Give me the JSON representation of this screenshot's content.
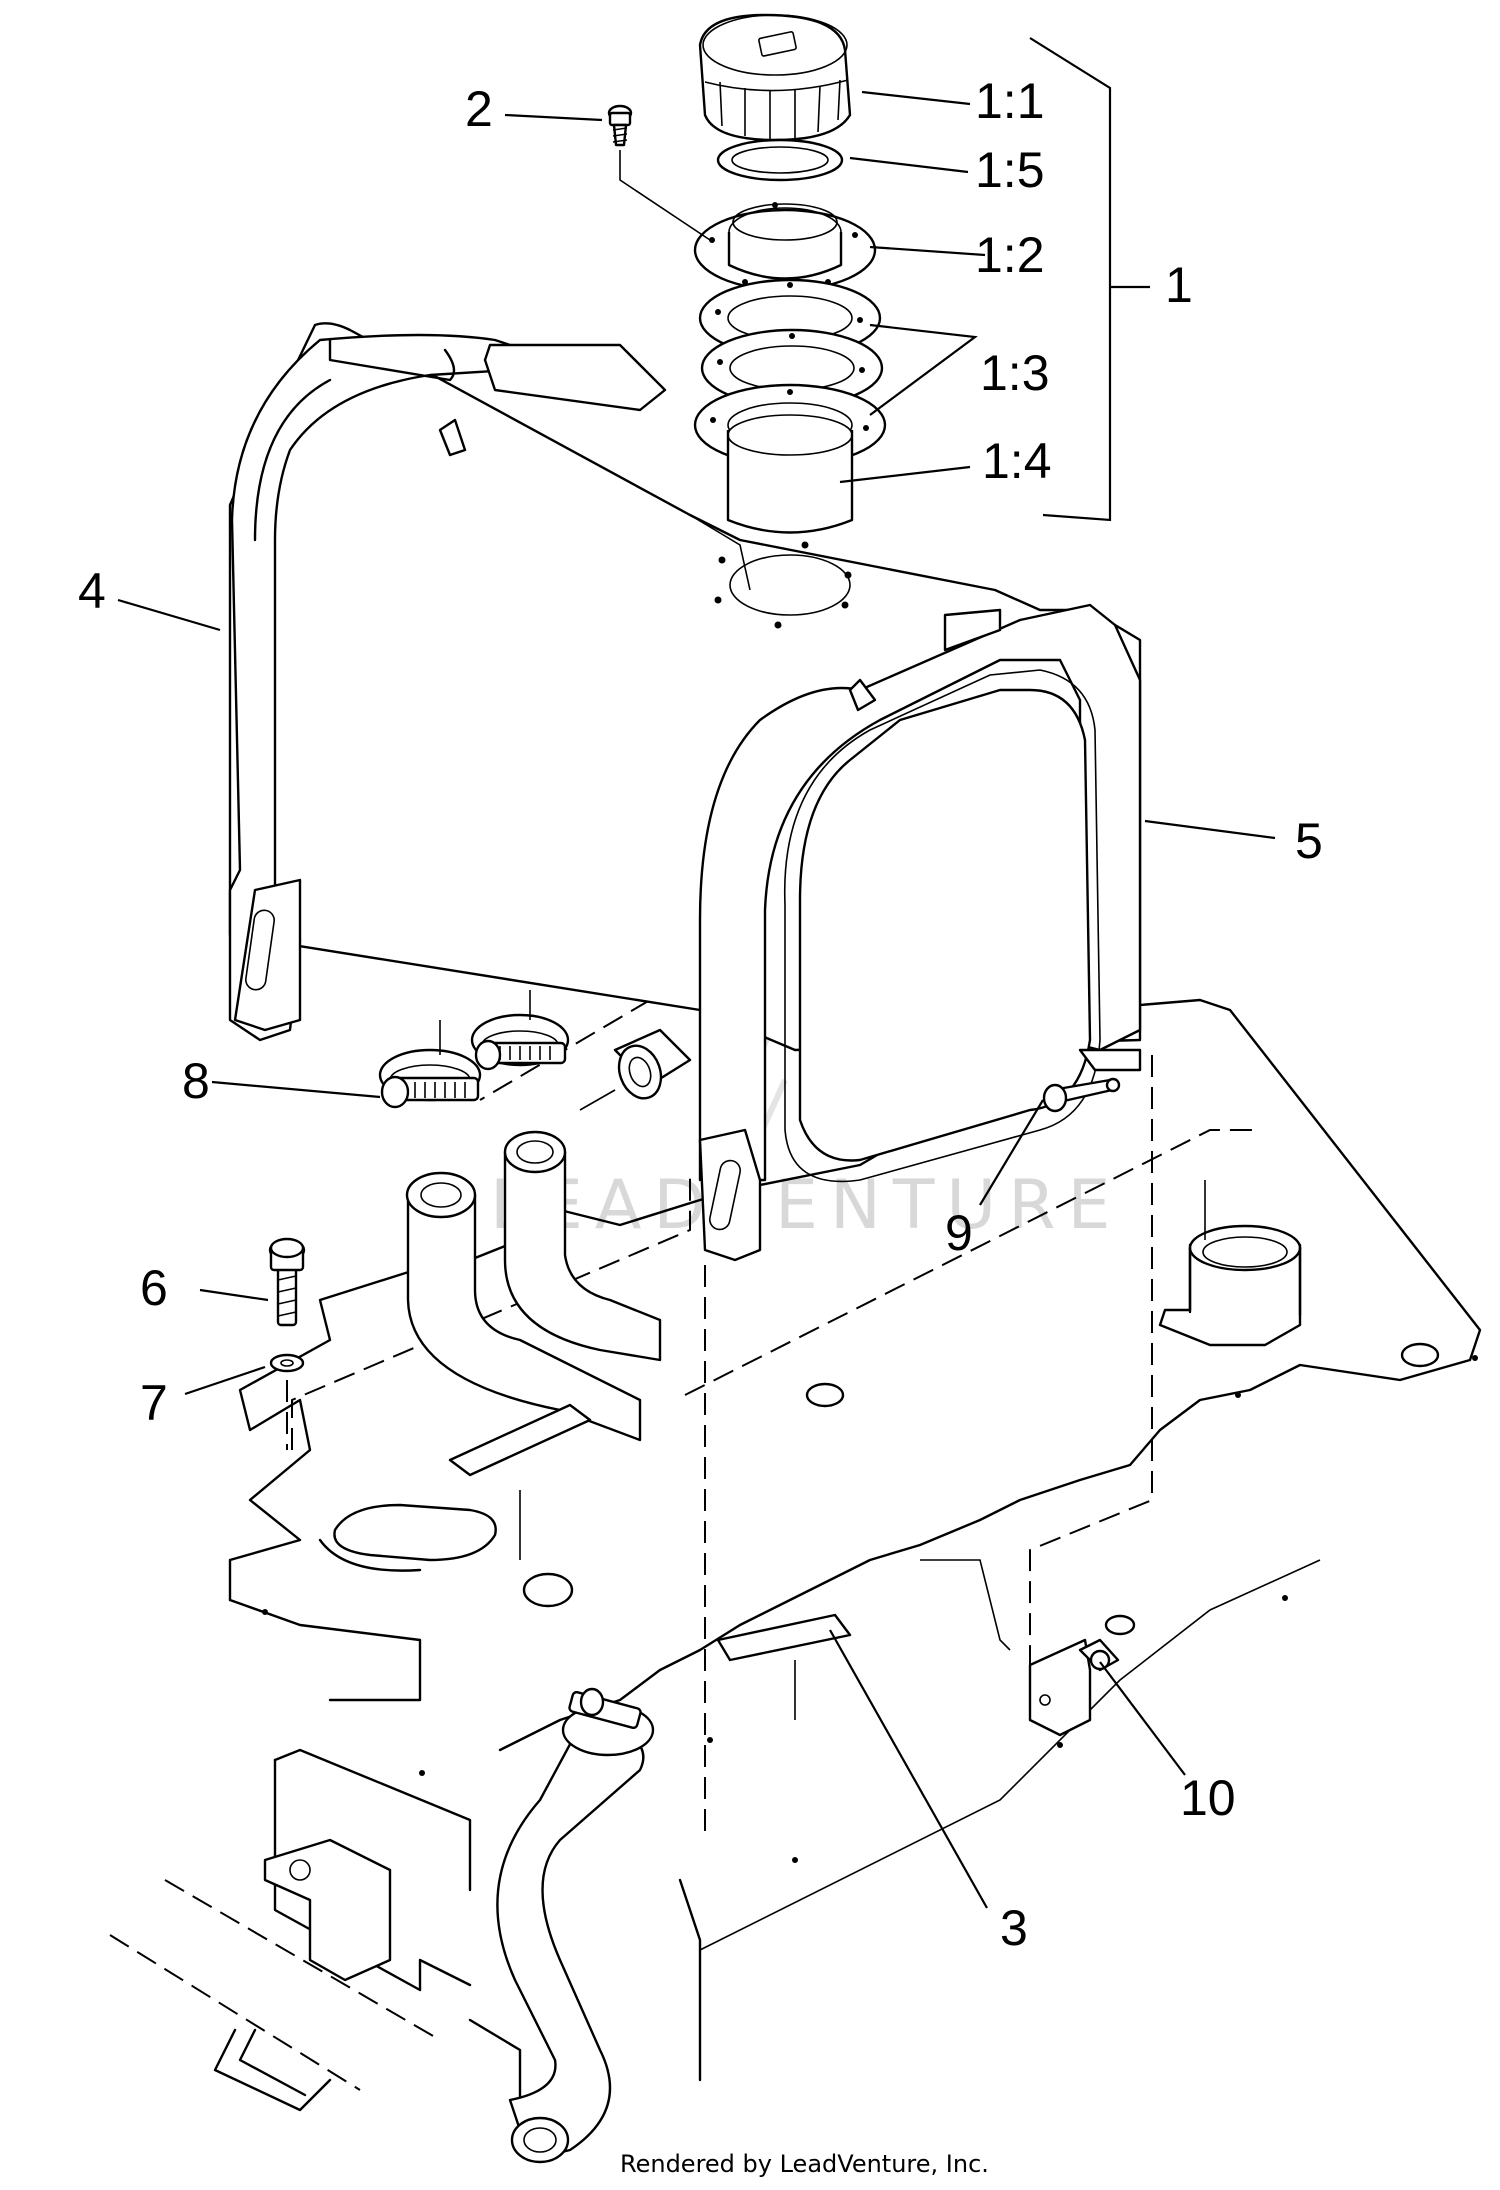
{
  "callouts": {
    "c1": "1",
    "c1_1": "1:1",
    "c1_2": "1:2",
    "c1_3": "1:3",
    "c1_4": "1:4",
    "c1_5": "1:5",
    "c2": "2",
    "c3": "3",
    "c4": "4",
    "c5": "5",
    "c6": "6",
    "c7": "7",
    "c8": "8",
    "c9": "9",
    "c10": "10"
  },
  "watermark": "LEADVENTURE",
  "footer": "Rendered by LeadVenture, Inc."
}
